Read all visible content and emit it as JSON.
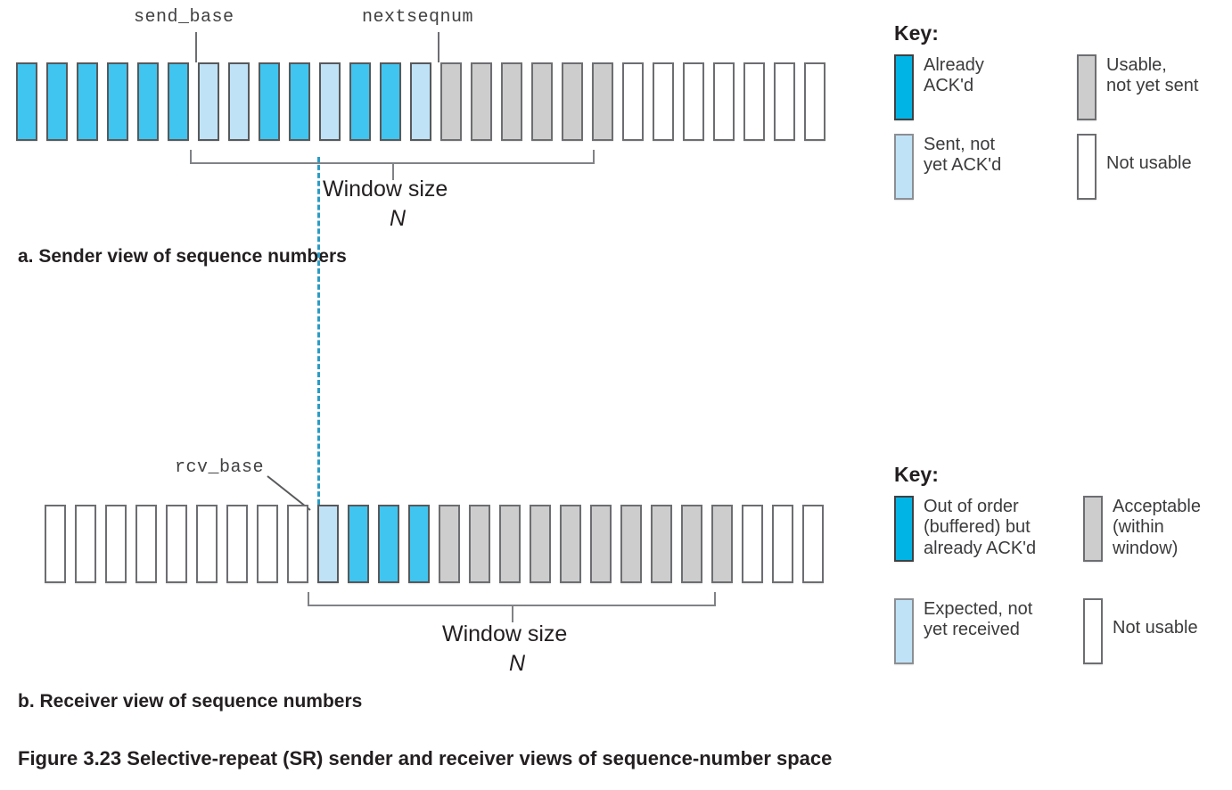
{
  "figure": {
    "caption": "Figure 3.23 Selective-repeat (SR) sender and receiver views of sequence-number space",
    "sender_caption": "a. Sender view of sequence numbers",
    "receiver_caption": "b. Receiver view of sequence numbers",
    "window_label": "Window size",
    "window_symbol": "N"
  },
  "colors": {
    "acked": "#3fc5ef",
    "acked_key": "#00b4e6",
    "sent": "#bfe2f7",
    "usable": "#cdcdcd",
    "not_usable": "#ffffff",
    "border": "#6d6e71",
    "dashed_line": "#2b9cc4",
    "bracket": "#808285",
    "text": "#231f20"
  },
  "sender": {
    "pointers": [
      {
        "name": "send_base",
        "label": "send_base",
        "cell_index": 6
      },
      {
        "name": "nextseqnum",
        "label": "nextseqnum",
        "cell_index": 14
      }
    ],
    "window_start_index": 6,
    "window_end_index": 19,
    "cells": [
      "acked",
      "acked",
      "acked",
      "acked",
      "acked",
      "acked",
      "sent",
      "sent",
      "acked",
      "acked",
      "sent",
      "acked",
      "acked",
      "sent",
      "usable",
      "usable",
      "usable",
      "usable",
      "usable",
      "usable",
      "not_usable",
      "not_usable",
      "not_usable",
      "not_usable",
      "not_usable",
      "not_usable",
      "not_usable"
    ]
  },
  "receiver": {
    "pointers": [
      {
        "name": "rcv_base",
        "label": "rcv_base",
        "cell_index": 9
      }
    ],
    "window_start_index": 9,
    "window_end_index": 22,
    "cells": [
      "not_usable",
      "not_usable",
      "not_usable",
      "not_usable",
      "not_usable",
      "not_usable",
      "not_usable",
      "not_usable",
      "not_usable",
      "sent",
      "acked",
      "acked",
      "acked",
      "usable",
      "usable",
      "usable",
      "usable",
      "usable",
      "usable",
      "usable",
      "usable",
      "usable",
      "usable",
      "not_usable",
      "not_usable",
      "not_usable"
    ]
  },
  "sender_key": {
    "title": "Key:",
    "items": [
      {
        "swatch": "acked",
        "text": "Already\nACK'd"
      },
      {
        "swatch": "usable",
        "text": "Usable,\nnot yet sent"
      },
      {
        "swatch": "sent",
        "text": "Sent, not\nyet ACK'd"
      },
      {
        "swatch": "not_usable",
        "text": "Not usable"
      }
    ]
  },
  "receiver_key": {
    "title": "Key:",
    "items": [
      {
        "swatch": "acked",
        "text": "Out of order\n(buffered) but\nalready ACK'd"
      },
      {
        "swatch": "usable",
        "text": "Acceptable\n(within\nwindow)"
      },
      {
        "swatch": "sent",
        "text": "Expected, not\nyet received"
      },
      {
        "swatch": "not_usable",
        "text": "Not usable"
      }
    ]
  }
}
